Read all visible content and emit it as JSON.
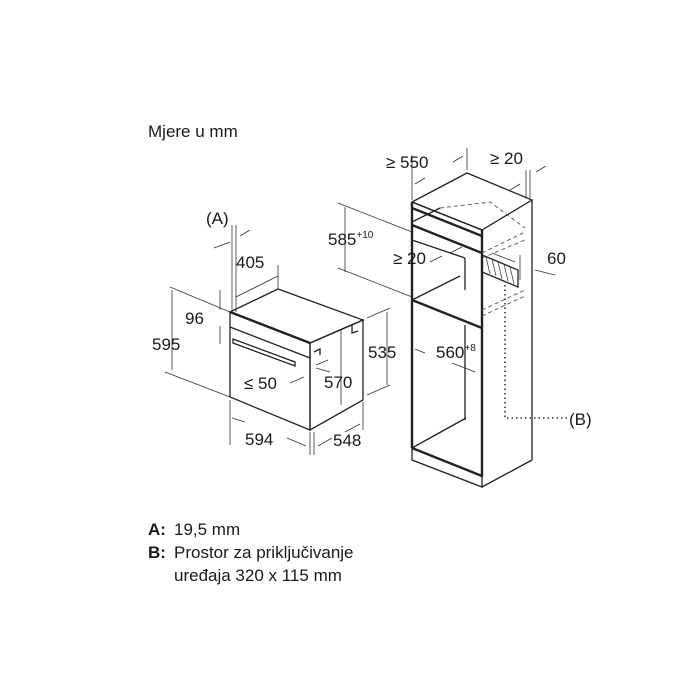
{
  "title": "Mjere u mm",
  "oven": {
    "callout_a": "(A)",
    "dim_405": "405",
    "dim_96": "96",
    "dim_595": "595",
    "dim_le50": "≤ 50",
    "dim_570": "570",
    "dim_535": "535",
    "dim_594": "594",
    "dim_548": "548"
  },
  "cabinet": {
    "dim_ge550": "≥ 550",
    "dim_ge20_top": "≥ 20",
    "dim_585": "585",
    "dim_585_tol": "+10",
    "dim_ge20_mid": "≥ 20",
    "dim_60": "60",
    "dim_560": "560",
    "dim_560_tol": "+8",
    "callout_b": "(B)"
  },
  "legend": [
    {
      "key": "A:",
      "text": "19,5 mm"
    },
    {
      "key": "B:",
      "text": "Prostor za priključivanje uređaja 320 x 115 mm"
    }
  ]
}
